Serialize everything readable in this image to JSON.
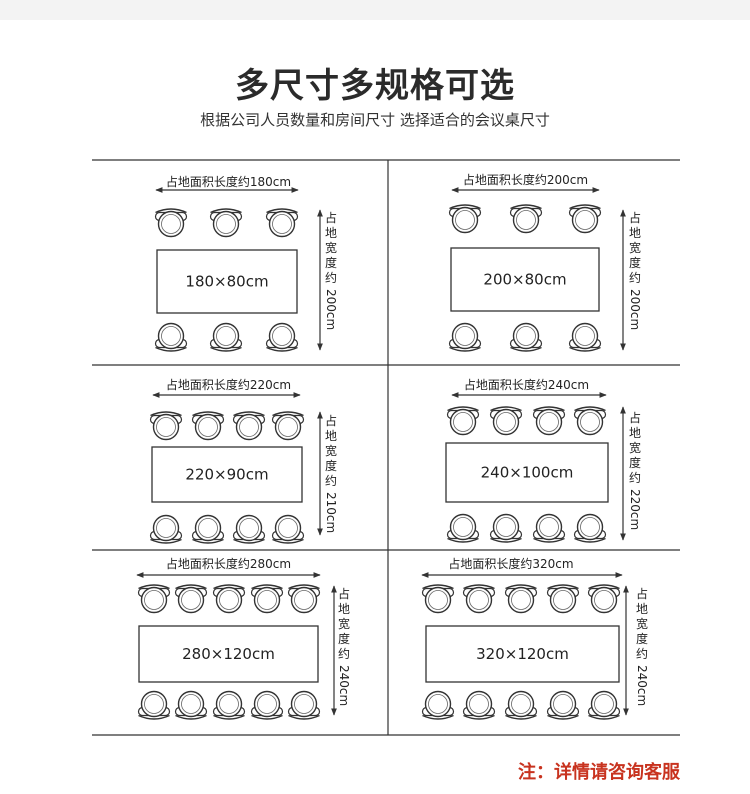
{
  "header": {
    "title": "多尺寸多规格可选",
    "subtitle": "根据公司人员数量和房间尺寸 选择适合的会议桌尺寸"
  },
  "note": "注：详情请咨询客服",
  "tables": [
    {
      "length_label": "占地面积长度约180cm",
      "width_label": "占地宽度约200cm",
      "size": "180×80cm",
      "chairs_per_side": 3
    },
    {
      "length_label": "占地面积长度约200cm",
      "width_label": "占地宽度约200cm",
      "size": "200×80cm",
      "chairs_per_side": 3
    },
    {
      "length_label": "占地面积长度约220cm",
      "width_label": "占地宽度约210cm",
      "size": "220×90cm",
      "chairs_per_side": 4
    },
    {
      "length_label": "占地面积长度约240cm",
      "width_label": "占地宽度约220cm",
      "size": "240×100cm",
      "chairs_per_side": 4
    },
    {
      "length_label": "占地面积长度约280cm",
      "width_label": "占地宽度约240cm",
      "size": "280×120cm",
      "chairs_per_side": 5
    },
    {
      "length_label": "占地面积长度约320cm",
      "width_label": "占地宽度约240cm",
      "size": "320×120cm",
      "chairs_per_side": 5
    }
  ]
}
